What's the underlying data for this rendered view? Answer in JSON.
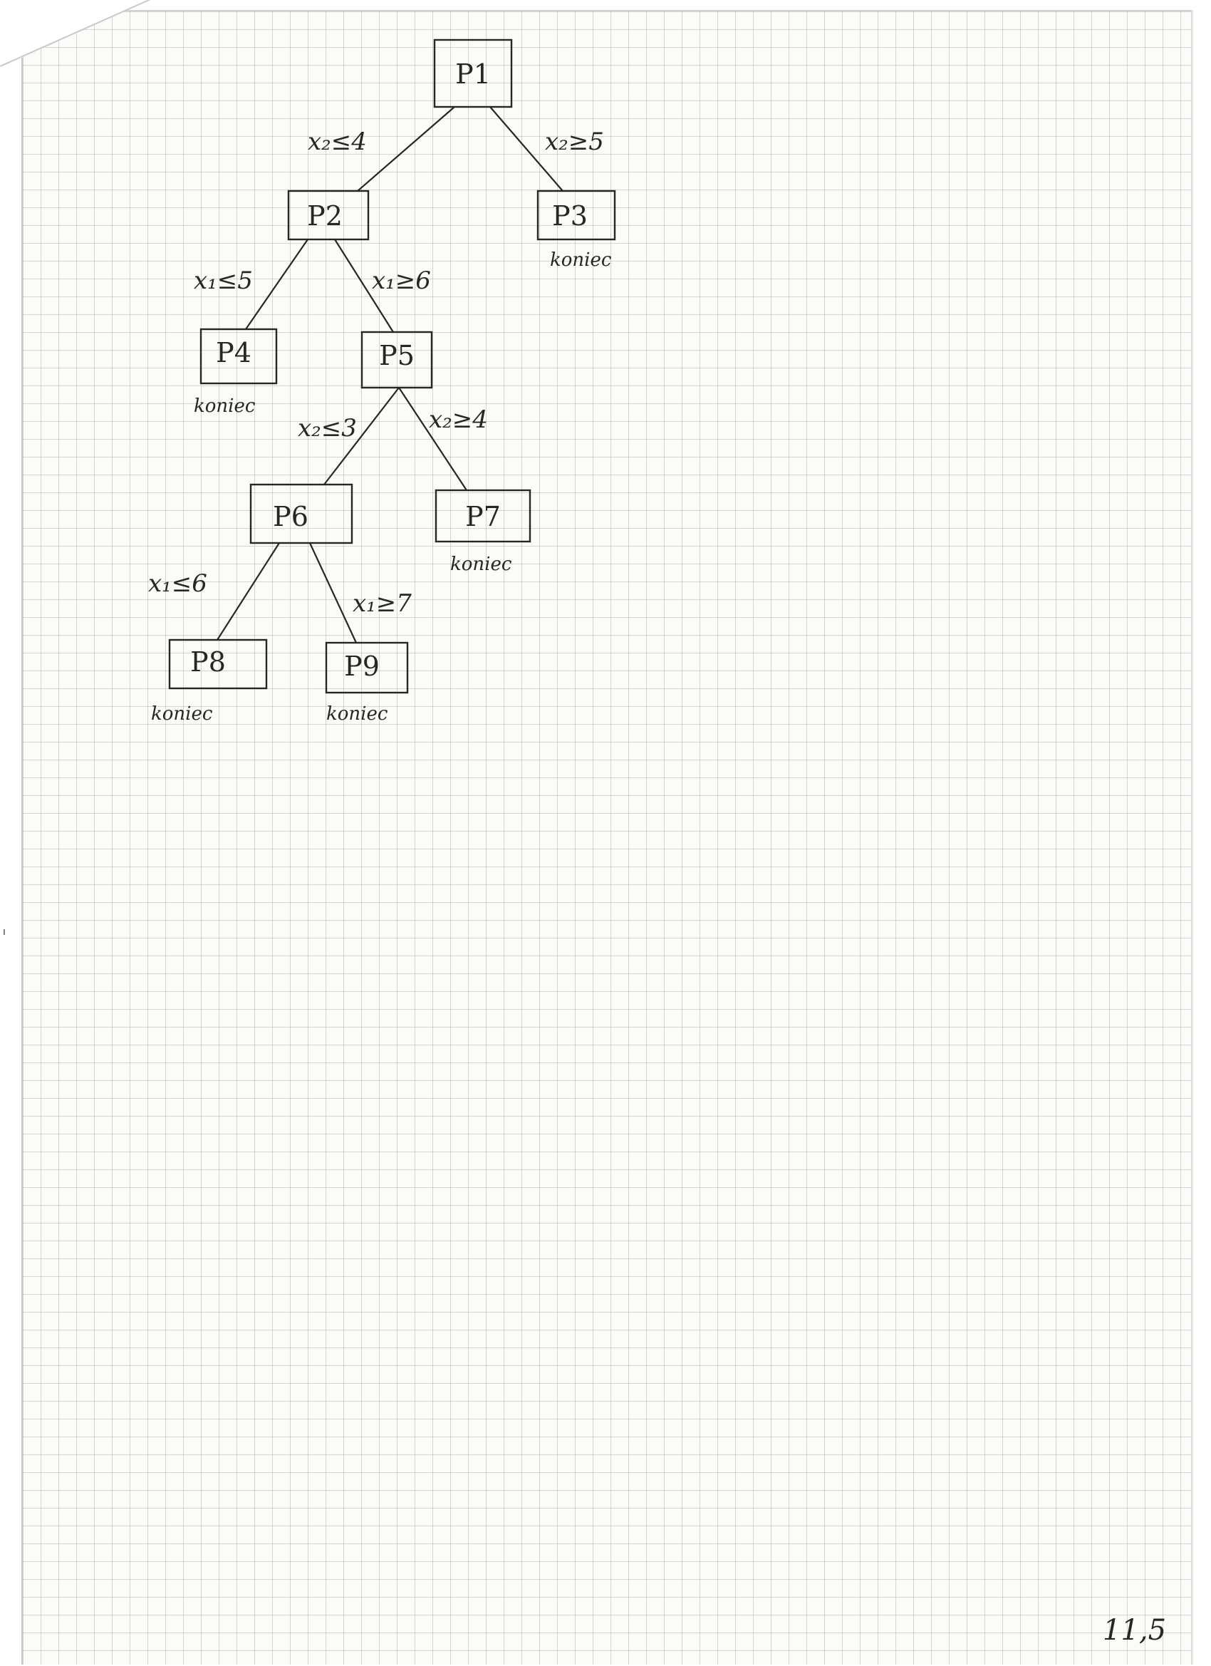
{
  "diagram": {
    "nodes": [
      {
        "id": "P1",
        "label": "P1",
        "end_label": ""
      },
      {
        "id": "P2",
        "label": "P2",
        "end_label": ""
      },
      {
        "id": "P3",
        "label": "P3",
        "end_label": "koniec"
      },
      {
        "id": "P4",
        "label": "P4",
        "end_label": "koniec"
      },
      {
        "id": "P5",
        "label": "P5",
        "end_label": ""
      },
      {
        "id": "P6",
        "label": "P6",
        "end_label": ""
      },
      {
        "id": "P7",
        "label": "P7",
        "end_label": "koniec"
      },
      {
        "id": "P8",
        "label": "P8",
        "end_label": "koniec"
      },
      {
        "id": "P9",
        "label": "P9",
        "end_label": "koniec"
      }
    ],
    "edges": [
      {
        "from": "P1",
        "to": "P2",
        "label": "x₂≤4"
      },
      {
        "from": "P1",
        "to": "P3",
        "label": "x₂≥5"
      },
      {
        "from": "P2",
        "to": "P4",
        "label": "x₁≤5"
      },
      {
        "from": "P2",
        "to": "P5",
        "label": "x₁≥6"
      },
      {
        "from": "P5",
        "to": "P6",
        "label": "x₂≤3"
      },
      {
        "from": "P5",
        "to": "P7",
        "label": "x₂≥4"
      },
      {
        "from": "P6",
        "to": "P8",
        "label": "x₁≤6"
      },
      {
        "from": "P6",
        "to": "P9",
        "label": "x₁≥7"
      }
    ]
  },
  "page_number": "11,5",
  "edge_mark": "ı",
  "colors": {
    "ink": "#262626",
    "paper": "#fbfbf8",
    "grid": "#969696"
  }
}
